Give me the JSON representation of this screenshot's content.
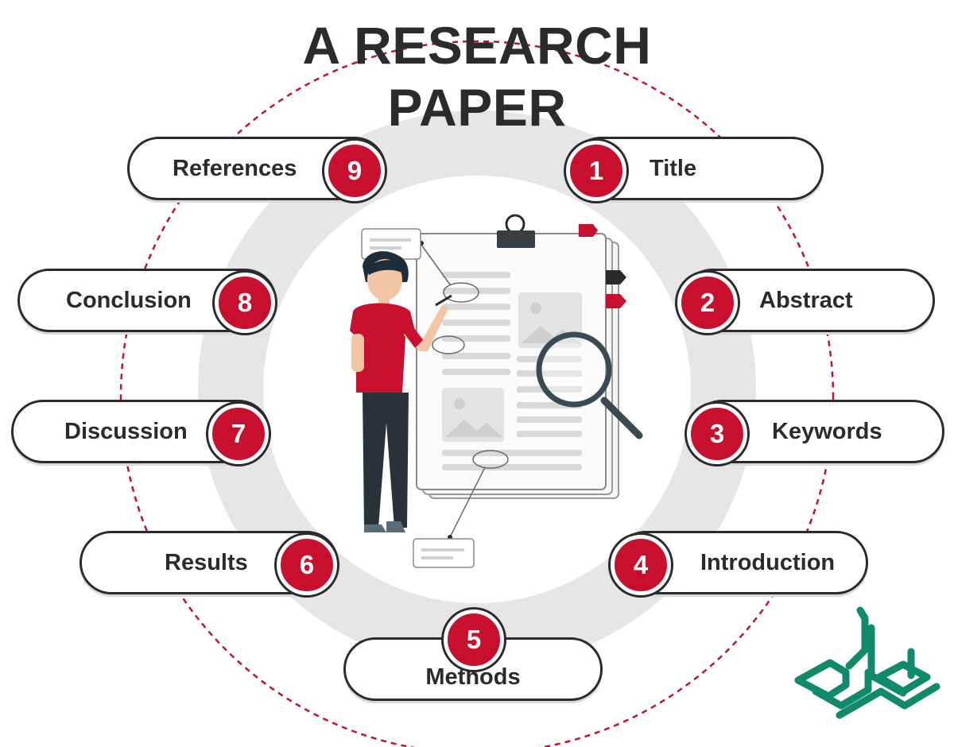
{
  "title": {
    "line1": "A RESEARCH",
    "line2": "PAPER"
  },
  "steps": [
    {
      "number": "1",
      "label": "Title"
    },
    {
      "number": "2",
      "label": "Abstract"
    },
    {
      "number": "3",
      "label": "Keywords"
    },
    {
      "number": "4",
      "label": "Introduction"
    },
    {
      "number": "5",
      "label": "Methods"
    },
    {
      "number": "6",
      "label": "Results"
    },
    {
      "number": "7",
      "label": "Discussion"
    },
    {
      "number": "8",
      "label": "Conclusion"
    },
    {
      "number": "9",
      "label": "References"
    }
  ],
  "colors": {
    "accent_red": "#c8102e",
    "outline": "#2b2b2b",
    "ring_gray": "#e6e6e6",
    "logo_green": "#0f8a6a"
  },
  "icons": [
    "researcher-illustration",
    "document-stack-illustration",
    "magnifier-icon",
    "image-placeholder-icon",
    "binder-clip-icon",
    "brand-logo"
  ]
}
